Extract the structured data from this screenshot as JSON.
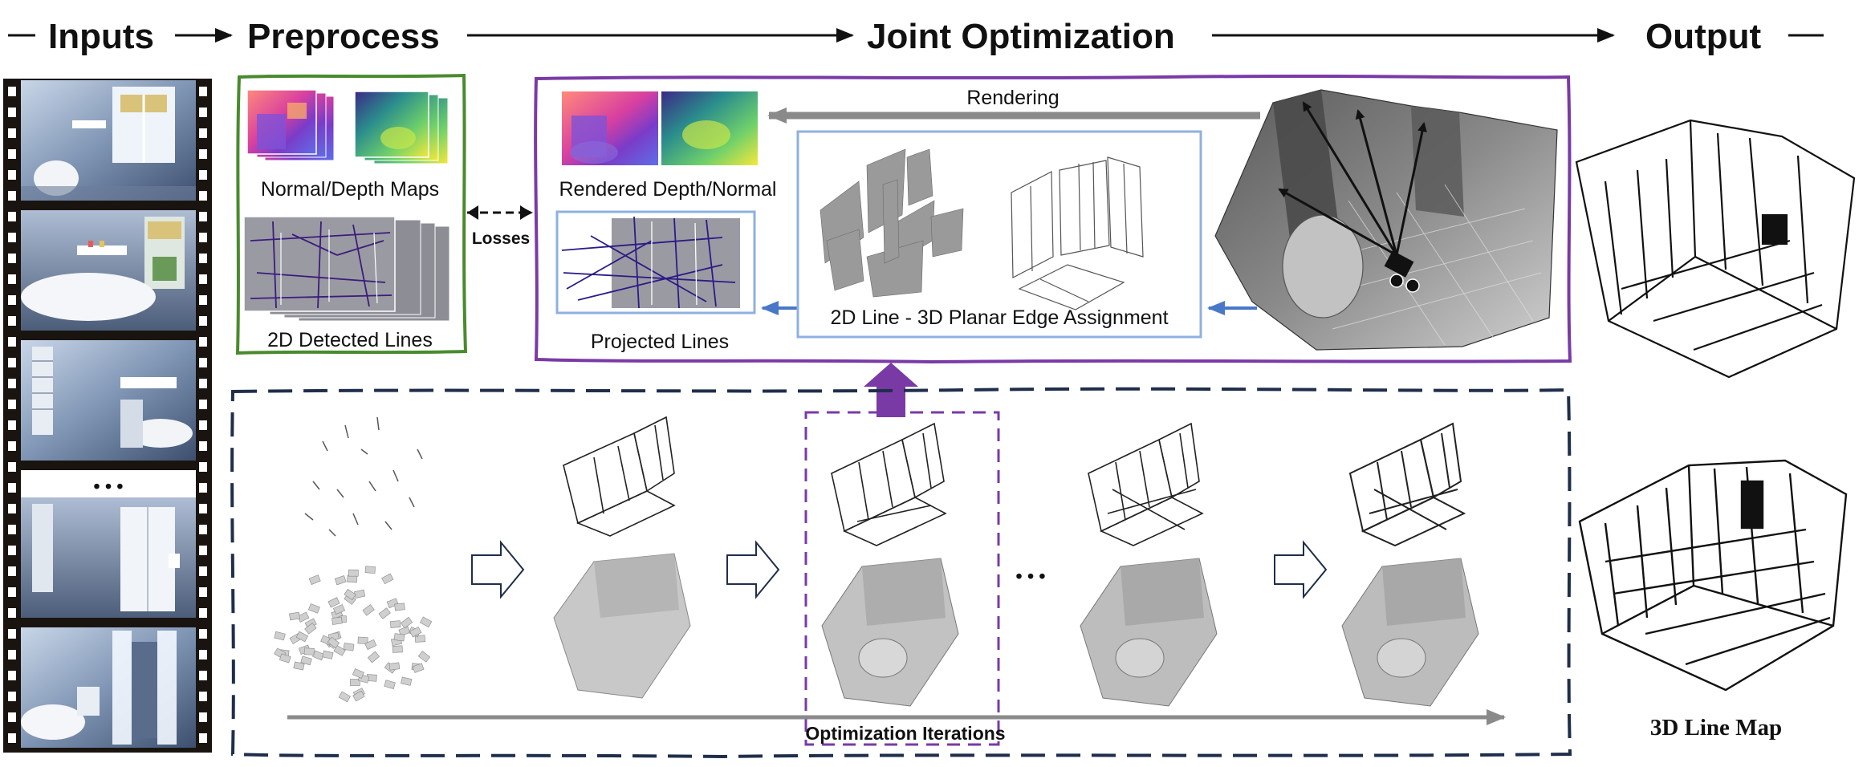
{
  "stages": {
    "inputs": "Inputs",
    "preprocess": "Preprocess",
    "joint_optimization": "Joint Optimization",
    "output": "Output"
  },
  "preprocess": {
    "normal_depth_maps": "Normal/Depth Maps",
    "detected_lines": "2D Detected Lines",
    "losses": "Losses"
  },
  "joint": {
    "rendering": "Rendering",
    "rendered_depth_normal": "Rendered Depth/Normal",
    "projected_lines": "Projected Lines",
    "assignment": "2D Line - 3D Planar Edge Assignment"
  },
  "filmstrip": {
    "ellipsis": "• • •"
  },
  "iterations": {
    "label": "Optimization Iterations",
    "ellipsis": "• • •"
  },
  "output": {
    "label": "3D Line Map"
  },
  "colors": {
    "preprocess_border": "#4a8a2e",
    "joint_border": "#7a3aa6",
    "assignment_border": "#8fb0e0",
    "iteration_border": "#1f2e4a",
    "highlight_dash": "#7a3aa6",
    "blue_arrow": "#4a78c8",
    "gray_arrow": "#8a8a8a"
  }
}
